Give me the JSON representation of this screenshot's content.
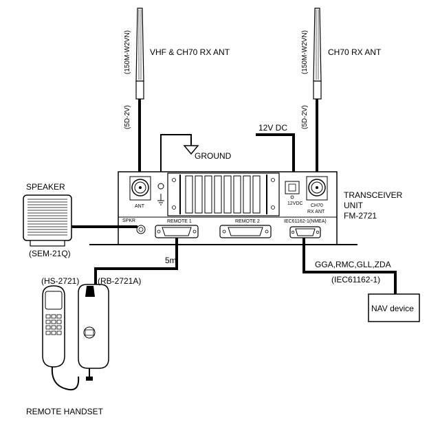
{
  "antenna_left": {
    "label": "VHF & CH70 RX ANT",
    "antenna_model": "(150M-W2VN)",
    "cable": "(5D-2V)"
  },
  "antenna_right": {
    "label": "CH70 RX ANT",
    "antenna_model": "(150M-W2VN)",
    "cable": "(5D-2V)"
  },
  "ground": {
    "label": "GROUND"
  },
  "power": {
    "label": "12V DC",
    "connector_label": "12VDC"
  },
  "transceiver": {
    "title_line1": "TRANSCEIVER",
    "title_line2": "UNIT",
    "model": "FM-2721",
    "ant_label": "ANT",
    "ch70_label_line1": "CH70",
    "ch70_label_line2": "RX ANT",
    "remote1_label": "REMOTE 1",
    "remote2_label": "REMOTE 2",
    "nmea_label": "IEC61162-1(NMEA)",
    "spkr_label": "SPKR"
  },
  "speaker": {
    "label": "SPEAKER",
    "model": "(SEM-21Q)"
  },
  "remote_cable": {
    "length": "5m"
  },
  "handset": {
    "handset_model": "(HS-2721)",
    "cradle_model": "(RB-2721A)",
    "label": "REMOTE HANDSET"
  },
  "nav": {
    "sentences": "GGA,RMC,GLL,ZDA",
    "standard": "(IEC61162-1)",
    "device_label": "NAV device"
  }
}
